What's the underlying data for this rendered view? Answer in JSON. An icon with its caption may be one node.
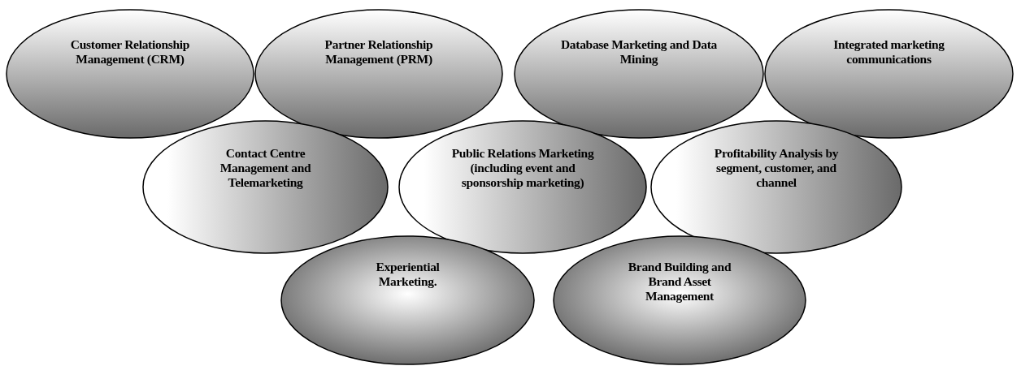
{
  "diagram": {
    "nodes": [
      {
        "text": [
          "Customer Relationship Management (CRM)"
        ]
      },
      {
        "text": [
          "Partner Relationship Management (PRM)"
        ]
      },
      {
        "text": [
          "Database Marketing and Data Mining"
        ]
      },
      {
        "text": [
          "Integrated marketing communications"
        ]
      },
      {
        "text": [
          "Contact Centre Management and Telemarketing"
        ]
      },
      {
        "text": [
          "Public Relations Marketing (including event and sponsorship marketing)"
        ]
      },
      {
        "text": [
          "Profitability Analysis by segment, customer, and channel"
        ]
      },
      {
        "text": [
          "Experiential Marketing."
        ]
      },
      {
        "text": [
          "Brand Building and Brand Asset Management"
        ]
      }
    ]
  }
}
